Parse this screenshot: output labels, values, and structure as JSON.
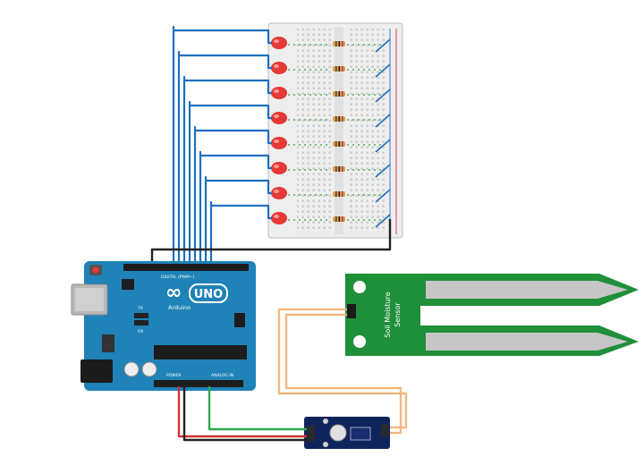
{
  "board": {
    "brand": "Arduino",
    "model": "UNO",
    "logo_symbol": "∞",
    "header_label": "DIGITAL (PWM~)",
    "power_label": "POWER",
    "analog_label": "ANALOG IN",
    "led_tx": "TX",
    "led_rx": "RX"
  },
  "sensor": {
    "label_line1": "Soil Moisture",
    "label_line2": "Sensor"
  },
  "breadboard": {
    "led_count": 8,
    "led_color": "#e53935"
  },
  "colors": {
    "signal_wire": "#1f6fbf",
    "ground_wire": "#222222",
    "power_wire": "#d32f2f",
    "analog_wire": "#2fa84f",
    "probe_wire": "#e8892b",
    "board": "#1f82b8",
    "sensor_pcb": "#1f8f3a",
    "module_pcb": "#10245c"
  },
  "icons": [
    "usb-port-icon",
    "power-jack-icon",
    "reset-button-icon",
    "arduino-logo-icon"
  ]
}
